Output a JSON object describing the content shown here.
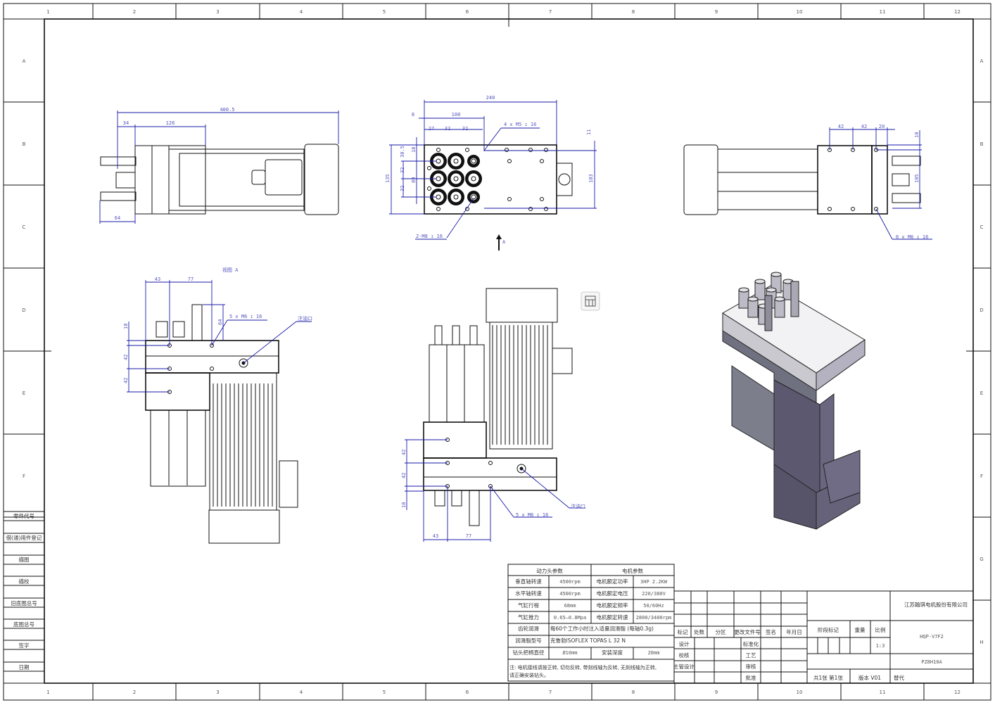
{
  "zones": {
    "columns": [
      "1",
      "2",
      "3",
      "4",
      "5",
      "6",
      "7",
      "8",
      "9",
      "10",
      "11",
      "12"
    ],
    "rows_left": [
      "A",
      "B",
      "C",
      "D",
      "E",
      "F"
    ],
    "rows_right": [
      "A",
      "B",
      "C",
      "D",
      "E",
      "F",
      "G",
      "H"
    ]
  },
  "left_labels": [
    "零件代号",
    "借(通)用件登记",
    "描图",
    "描校",
    "旧底图总号",
    "底图总号",
    "签字",
    "日期"
  ],
  "view_top": {
    "d_total": "400.5",
    "d_34": "34",
    "d_126": "126",
    "d_64": "64"
  },
  "view_front": {
    "d_240": "240",
    "d_8": "8",
    "d_100": "100",
    "d_27": "27",
    "d_32a": "32",
    "d_32b": "32",
    "d_11": "11",
    "d_103": "103",
    "d_135": "135",
    "d_305": "30.5",
    "d_18": "18",
    "d_32c": "32",
    "d_32d": "32",
    "d_89": "89",
    "callout_holes": "4 x  M5 ↧ 16",
    "callout_m8": "2-M8 ↧ 16",
    "arrow_label": "A"
  },
  "view_right": {
    "d_42a": "42",
    "d_42b": "42",
    "d_20": "20",
    "d_10": "10",
    "d_105": "105",
    "callout": "6 x  M6 ↧ 16"
  },
  "view_a": {
    "title": "视图 A",
    "d_43": "43",
    "d_77": "77",
    "d_10": "10",
    "d_42a": "42",
    "d_42b": "42",
    "d_64": "64",
    "callout": "5 x  M6 ↧ 16",
    "oil_port": "注油口"
  },
  "view_bottom": {
    "d_42a": "42",
    "d_42b": "42",
    "d_10": "10",
    "d_43": "43",
    "d_77": "77",
    "callout": "5 x  M6 ↧ 16",
    "oil_port": "注油口"
  },
  "param_table": {
    "header_left": "动力头参数",
    "header_right": "电机参数",
    "rows": [
      [
        "垂直轴转速",
        "4500rpm",
        "电机额定功率",
        "3HP  2.2KW"
      ],
      [
        "水平轴转速",
        "4500rpm",
        "电机额定电压",
        "220/380V"
      ],
      [
        "气缸行程",
        "68mm",
        "电机额定频率",
        "50/60Hz"
      ],
      [
        "气缸推力",
        "0.65—0.8Mpa",
        "电机额定转速",
        "2800/3400rpm"
      ]
    ],
    "gear_lube_label": "齿轮润滑",
    "gear_lube_value": "每60个工作小时注入适量润滑脂 (每轴0.3g)",
    "grease_label": "润滑脂型号",
    "grease_value": "克鲁勃ISOFLEX TOPAS L 32 N",
    "chuck_label": "钻头把柄直径",
    "chuck_value": "Ø10mm",
    "depth_label": "安装深度",
    "depth_value": "20mm",
    "note_line1": "注: 电机接线请按正转, 切勿反转, 带刻线轴为反转, 无刻线轴为正转,",
    "note_line2": "请正确安装钻头。"
  },
  "title_block": {
    "rev_headers": [
      "标记",
      "处数",
      "分区",
      "更改文件号",
      "签名",
      "年月日"
    ],
    "sign_left": [
      "设计",
      "校核",
      "主管设计"
    ],
    "sign_right": [
      "标准化",
      "工艺",
      "审核",
      "批准"
    ],
    "stage_mark": "阶段标记",
    "weight": "重量",
    "scale_label": "比例",
    "scale_value": "1:3",
    "sheets": "共1张  第1张",
    "version": "版本  V01",
    "replace": "替代",
    "company": "江苏翰琪电机股份有限公司",
    "drawing_no": "HQP-V7F2",
    "part_no": "PZ8H10A"
  }
}
